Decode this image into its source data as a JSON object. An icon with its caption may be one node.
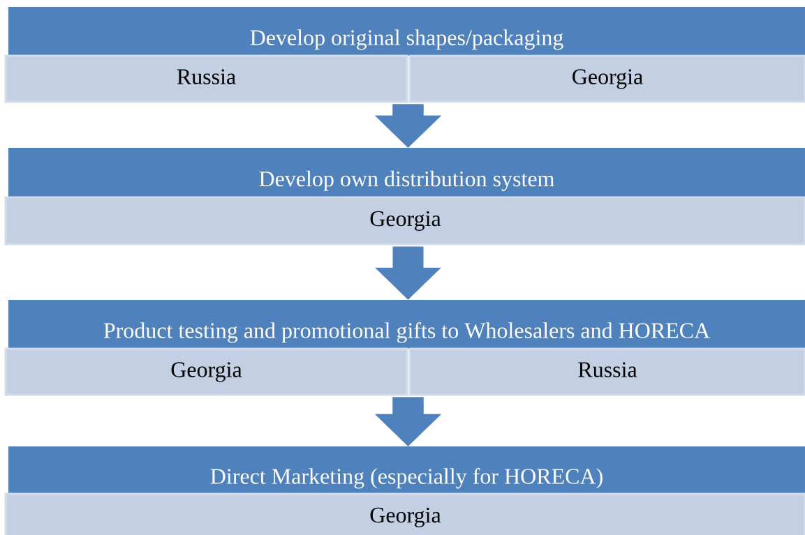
{
  "diagram": {
    "nodes": [
      {
        "text": [
          "Develop original shapes/packaging"
        ]
      },
      {
        "text": [
          "Russia"
        ]
      },
      {
        "text": [
          "Georgia"
        ]
      },
      {
        "text": [
          "Develop own distribution system"
        ]
      },
      {
        "text": [
          "Georgia"
        ]
      },
      {
        "text": [
          "Product testing and promotional gifts to Wholesalers and HORECA"
        ]
      },
      {
        "text": [
          "Georgia"
        ]
      },
      {
        "text": [
          "Russia"
        ]
      },
      {
        "text": [
          "Direct  Marketing (especially for HORECA)"
        ]
      },
      {
        "text": [
          "Georgia"
        ]
      }
    ],
    "edges": [
      {
        "from": 1,
        "to": 3,
        "arrow": "to"
      },
      {
        "from": 2,
        "to": 3,
        "arrow": "to"
      },
      {
        "from": 4,
        "to": 5,
        "arrow": "to"
      },
      {
        "from": 6,
        "to": 8,
        "arrow": "to"
      },
      {
        "from": 7,
        "to": 8,
        "arrow": "to"
      }
    ]
  }
}
